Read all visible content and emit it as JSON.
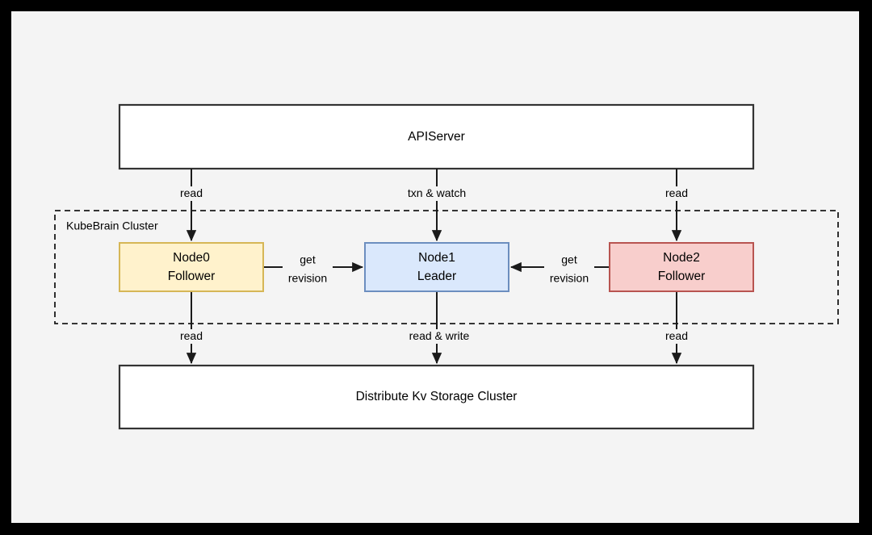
{
  "page": {
    "background_color": "#f4f4f4",
    "frame_color": "#000000"
  },
  "diagram": {
    "type": "architecture-flow",
    "title_box": {
      "label": "APIServer",
      "fill": "#ffffff",
      "stroke": "#333333"
    },
    "storage_box": {
      "label": "Distribute Kv Storage Cluster",
      "fill": "#ffffff",
      "stroke": "#333333"
    },
    "cluster": {
      "label": "KubeBrain Cluster",
      "border_style": "dashed",
      "stroke": "#1a1a1a"
    },
    "nodes": [
      {
        "id": "node0",
        "name": "Node0",
        "role": "Follower",
        "fill": "#fff2cc",
        "stroke": "#d6b656"
      },
      {
        "id": "node1",
        "name": "Node1",
        "role": "Leader",
        "fill": "#dae8fc",
        "stroke": "#6c8ebf"
      },
      {
        "id": "node2",
        "name": "Node2",
        "role": "Follower",
        "fill": "#f8cecc",
        "stroke": "#b85450"
      }
    ],
    "edges": [
      {
        "id": "api-to-node0",
        "label": "read",
        "from": "APIServer",
        "to": "Node0",
        "direction": "down"
      },
      {
        "id": "api-to-node1",
        "label": "txn & watch",
        "from": "APIServer",
        "to": "Node1",
        "direction": "down"
      },
      {
        "id": "api-to-node2",
        "label": "read",
        "from": "APIServer",
        "to": "Node2",
        "direction": "down"
      },
      {
        "id": "node0-to-node1",
        "label_line1": "get",
        "label_line2": "revision",
        "from": "Node0",
        "to": "Node1",
        "direction": "right"
      },
      {
        "id": "node2-to-node1",
        "label_line1": "get",
        "label_line2": "revision",
        "from": "Node2",
        "to": "Node1",
        "direction": "left"
      },
      {
        "id": "node0-to-storage",
        "label": "read",
        "from": "Node0",
        "to": "Distribute Kv Storage Cluster",
        "direction": "down"
      },
      {
        "id": "node1-to-storage",
        "label": "read & write",
        "from": "Node1",
        "to": "Distribute Kv Storage Cluster",
        "direction": "down"
      },
      {
        "id": "node2-to-storage",
        "label": "read",
        "from": "Node2",
        "to": "Distribute Kv Storage Cluster",
        "direction": "down"
      }
    ]
  }
}
